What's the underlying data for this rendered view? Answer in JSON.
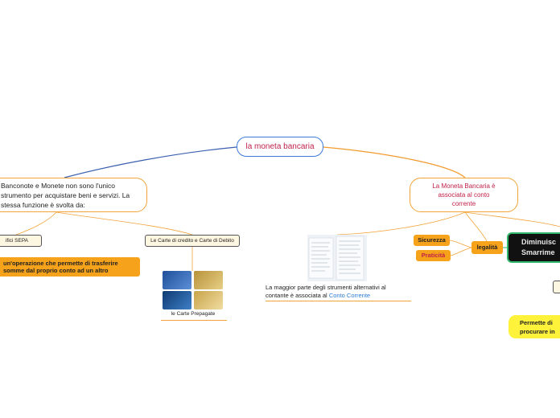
{
  "root": {
    "label": "la moneta bancaria"
  },
  "left_branch": {
    "main_lines": [
      "Banconote e Monete non sono l'unico",
      "strumento per acquistare beni e servizi. La",
      "stessa funzione è svolta da:"
    ],
    "sepa_label": "ifici SEPA",
    "sepa_desc_lines": [
      "un'operazione che permette di trasferire",
      "somme dal proprio conto ad un altro"
    ],
    "carte_label": "Le Carte di credito e Carte di Debito",
    "prepagate_label": "le Carte Prepagate"
  },
  "right_branch": {
    "main_lines": [
      "La Moneta Bancaria è",
      "associata al conto",
      "corrente"
    ],
    "statement_text": "La maggior parte degli strumenti alternativi al contante è associata al ",
    "statement_link": "Conto Corrente",
    "sicurezza": "Sicurezza",
    "praticita": "Praticità",
    "legalita": "legalità",
    "dark_lines": [
      "Diminuisc",
      "Smarrime"
    ],
    "yellow_lines": [
      "Permette di",
      "procurare in"
    ]
  },
  "colors": {
    "root_border": "#3b7ad9",
    "branch_left_line": "#3b5fb0",
    "branch_right_line": "#f29a2e",
    "accent_orange": "#f7a21b",
    "title_red": "#c0224a",
    "yellow": "#fef23a",
    "dark_box_border": "#32b86a"
  }
}
